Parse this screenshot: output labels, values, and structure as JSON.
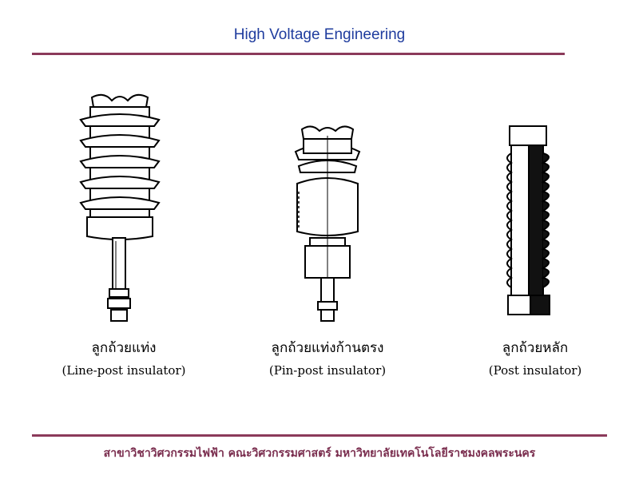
{
  "header": {
    "title": "High Voltage Engineering"
  },
  "insulators": [
    {
      "thai": "ลูกถ้วยแท่ง",
      "english": "(Line-post insulator)"
    },
    {
      "thai": "ลูกถ้วยแท่งก้านตรง",
      "english": "(Pin-post insulator)"
    },
    {
      "thai": "ลูกถ้วยหลัก",
      "english": "(Post insulator)"
    }
  ],
  "footer": {
    "text": "สาขาวิชาวิศวกรรมไฟฟ้า  คณะวิศวกรรมศาสตร์  มหาวิทยาลัยเทคโนโลยีราชมงคลพระนคร"
  }
}
